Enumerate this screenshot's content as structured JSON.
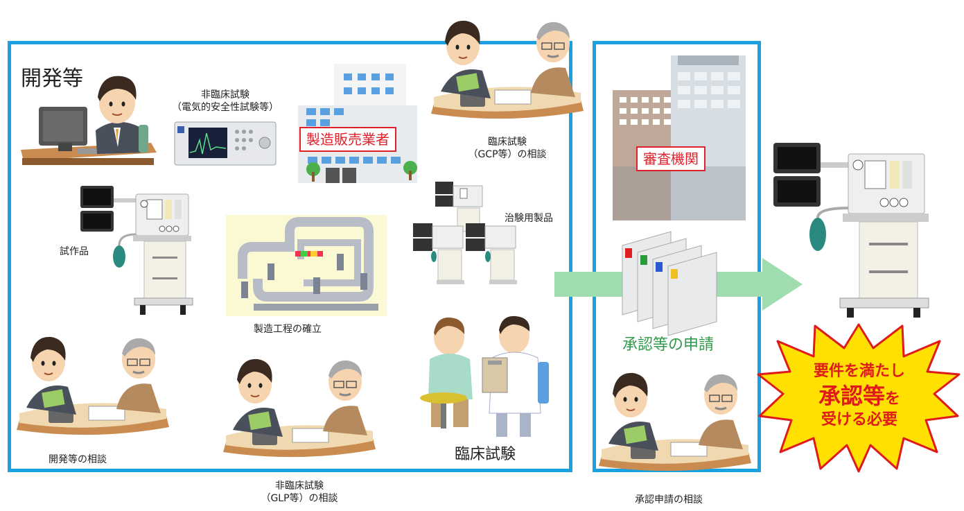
{
  "title": "開発等",
  "nonclinical_safety": {
    "line1": "非臨床試験",
    "line2": "（電気的安全性試験等）"
  },
  "manufacturer": "製造販売業者",
  "clinical_consult": {
    "line1": "臨床試験",
    "line2": "（GCP等）の相談"
  },
  "prototype": "試作品",
  "process": "製造工程の確立",
  "trial_products": "治験用製品",
  "dev_consult": "開発等の相談",
  "nonclinical_consult": {
    "line1": "非臨床試験",
    "line2": "（GLP等）の相談"
  },
  "clinical_trial": "臨床試験",
  "review_body": "審査機関",
  "application": "承認等の申請",
  "approval_consult": "承認申請の相談",
  "burst": {
    "line1": "要件を満たし",
    "line2": "承認等",
    "line2_suffix": "を",
    "line3": "受ける必要"
  },
  "colors": {
    "frame": "#1aa0e0",
    "red": "#e0202a",
    "green": "#2e9a4a",
    "arrow": "#9fdcb0"
  }
}
